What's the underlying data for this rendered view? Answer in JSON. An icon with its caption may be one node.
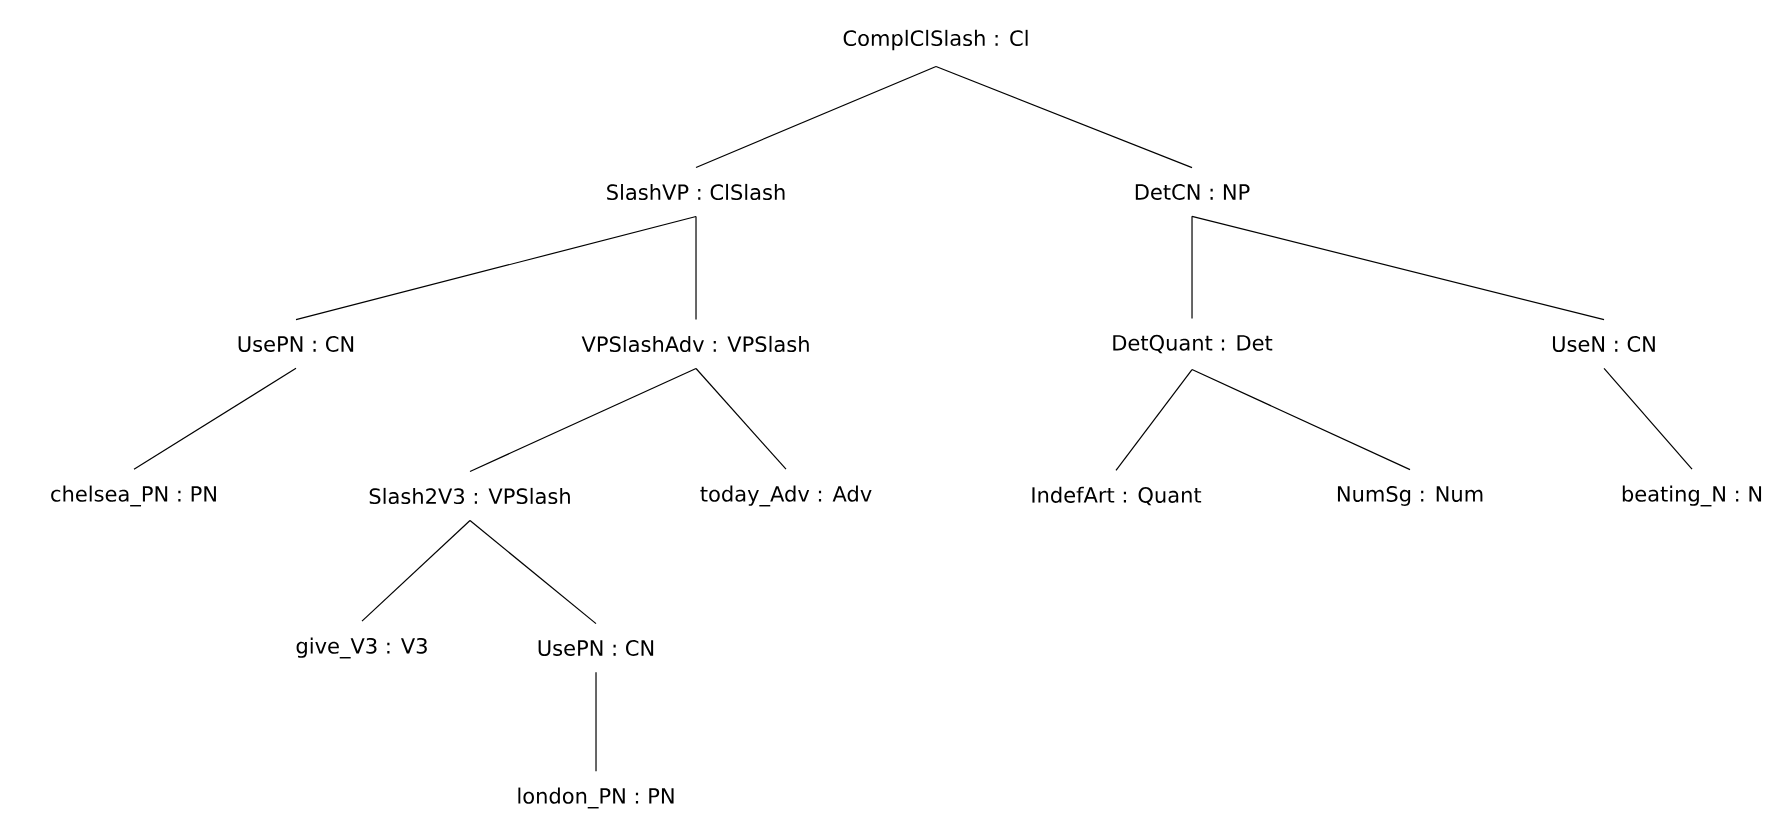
{
  "diagram": {
    "nodes": [
      {
        "text": [
          "ComplClSlash : Cl"
        ]
      },
      {
        "text": [
          "SlashVP : ClSlash"
        ]
      },
      {
        "text": [
          "DetCN : NP"
        ]
      },
      {
        "text": [
          "UsePN : CN"
        ]
      },
      {
        "text": [
          "VPSlashAdv : VPSlash"
        ]
      },
      {
        "text": [
          "DetQuant : Det"
        ]
      },
      {
        "text": [
          "UseN : CN"
        ]
      },
      {
        "text": [
          "chelsea_PN : PN"
        ]
      },
      {
        "text": [
          "Slash2V3 : VPSlash"
        ]
      },
      {
        "text": [
          "today_Adv : Adv"
        ]
      },
      {
        "text": [
          "IndefArt : Quant"
        ]
      },
      {
        "text": [
          "NumSg : Num"
        ]
      },
      {
        "text": [
          "beating_N : N"
        ]
      },
      {
        "text": [
          "give_V3 : V3"
        ]
      },
      {
        "text": [
          "UsePN : CN"
        ]
      },
      {
        "text": [
          "london_PN : PN"
        ]
      }
    ],
    "edges": [
      {
        "from": 0,
        "to": 1,
        "arrow": "none"
      },
      {
        "from": 0,
        "to": 2,
        "arrow": "none"
      },
      {
        "from": 1,
        "to": 3,
        "arrow": "none"
      },
      {
        "from": 1,
        "to": 4,
        "arrow": "none"
      },
      {
        "from": 2,
        "to": 5,
        "arrow": "none"
      },
      {
        "from": 2,
        "to": 6,
        "arrow": "none"
      },
      {
        "from": 3,
        "to": 7,
        "arrow": "none"
      },
      {
        "from": 4,
        "to": 8,
        "arrow": "none"
      },
      {
        "from": 4,
        "to": 9,
        "arrow": "none"
      },
      {
        "from": 5,
        "to": 10,
        "arrow": "none"
      },
      {
        "from": 5,
        "to": 11,
        "arrow": "none"
      },
      {
        "from": 6,
        "to": 12,
        "arrow": "none"
      },
      {
        "from": 8,
        "to": 13,
        "arrow": "none"
      },
      {
        "from": 8,
        "to": 14,
        "arrow": "none"
      },
      {
        "from": 14,
        "to": 15,
        "arrow": "none"
      }
    ]
  }
}
